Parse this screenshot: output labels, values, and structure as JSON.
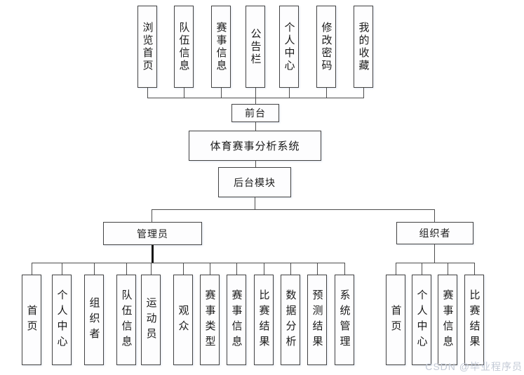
{
  "diagram": {
    "title": "体育赛事分析系统",
    "front": {
      "label": "前台",
      "modules": [
        "浏览首页",
        "队伍信息",
        "赛事信息",
        "公告栏",
        "个人中心",
        "修改密码",
        "我的收藏"
      ]
    },
    "back": {
      "label": "后台模块",
      "admin": {
        "label": "管理员",
        "modules": [
          "首页",
          "个人中心",
          "组织者",
          "队伍信息",
          "运动员",
          "观众",
          "赛事类型",
          "赛事信息",
          "比赛结果",
          "数据分析",
          "预测结果",
          "系统管理"
        ]
      },
      "organizer": {
        "label": "组织者",
        "modules": [
          "首页",
          "个人中心",
          "赛事信息",
          "比赛结果"
        ]
      }
    }
  },
  "watermark": "CSDN @毕业程序员",
  "colors": {
    "line": "#4d4d4d",
    "border": "#434343",
    "box_fill": "#fdfdfe",
    "watermark": "#c3cad6"
  }
}
